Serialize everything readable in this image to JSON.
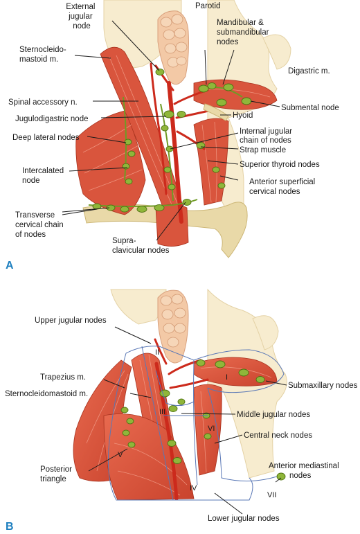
{
  "panels": {
    "a": "A",
    "b": "B"
  },
  "panel_a_labels": {
    "external_jugular": [
      "External",
      "jugular",
      "node"
    ],
    "parotid": "Parotid",
    "mandibular": [
      "Mandibular &",
      "submandibular",
      "nodes"
    ],
    "sternocleidomastoid": [
      "Sternocleido-",
      "mastoid m."
    ],
    "digastric": "Digastric m.",
    "spinal_accessory": "Spinal accessory n.",
    "submental": "Submental node",
    "jugulodigastric": "Jugulodigastric node",
    "hyoid": "Hyoid",
    "deep_lateral": "Deep lateral nodes",
    "internal_jugular": [
      "Internal jugular",
      "chain of nodes"
    ],
    "strap_muscle": "Strap muscle",
    "intercalated": [
      "Intercalated",
      "node"
    ],
    "superior_thyroid": "Superior thyroid nodes",
    "anterior_superficial": [
      "Anterior superficial",
      "cervical nodes"
    ],
    "transverse_cervical": [
      "Transverse",
      "cervical chain",
      "of nodes"
    ],
    "supraclavicular": [
      "Supra-",
      "clavicular nodes"
    ]
  },
  "panel_b_labels": {
    "upper_jugular": "Upper jugular nodes",
    "trapezius": "Trapezius m.",
    "scm": "Sternocleidomastoid m.",
    "submaxillary": "Submaxillary nodes",
    "middle_jugular": "Middle jugular nodes",
    "central_neck": "Central neck nodes",
    "posterior_triangle": [
      "Posterior",
      "triangle"
    ],
    "anterior_mediastinal": [
      "Anterior mediastinal",
      "nodes"
    ],
    "lower_jugular": "Lower jugular nodes"
  },
  "levels": {
    "I": "I",
    "II": "II",
    "III": "III",
    "IV": "IV",
    "V": "V",
    "VI": "VI",
    "VII": "VII"
  },
  "colors": {
    "panel_letter": "#1d7fbf",
    "muscle": "#d9553d",
    "node": "#8fb63a",
    "vessel": "#cc2a1c",
    "skin": "#f7eccf",
    "level_outline": "#5a78b6"
  }
}
